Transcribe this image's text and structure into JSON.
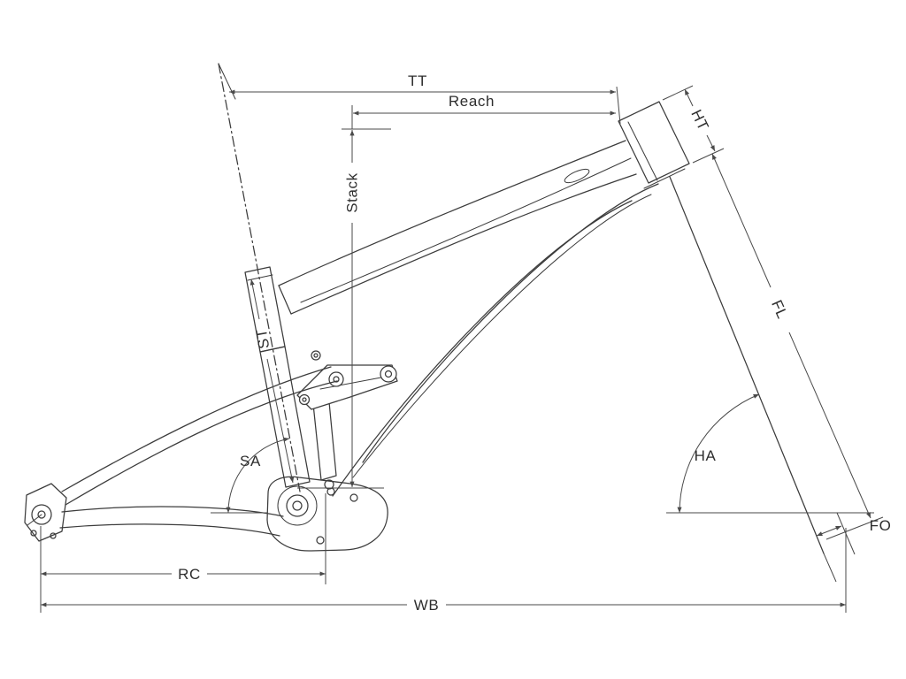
{
  "diagram": {
    "type": "bike-frame-geometry",
    "background": "#ffffff",
    "line_color": "#3c3c3c",
    "dimension_color": "#4a4a4a",
    "text_color": "#2e2e2e",
    "labels": {
      "tt": "TT",
      "reach": "Reach",
      "stack": "Stack",
      "st": "ST",
      "ht": "HT",
      "fl": "FL",
      "ha": "HA",
      "sa": "SA",
      "rc": "RC",
      "wb": "WB",
      "fo": "FO"
    }
  }
}
